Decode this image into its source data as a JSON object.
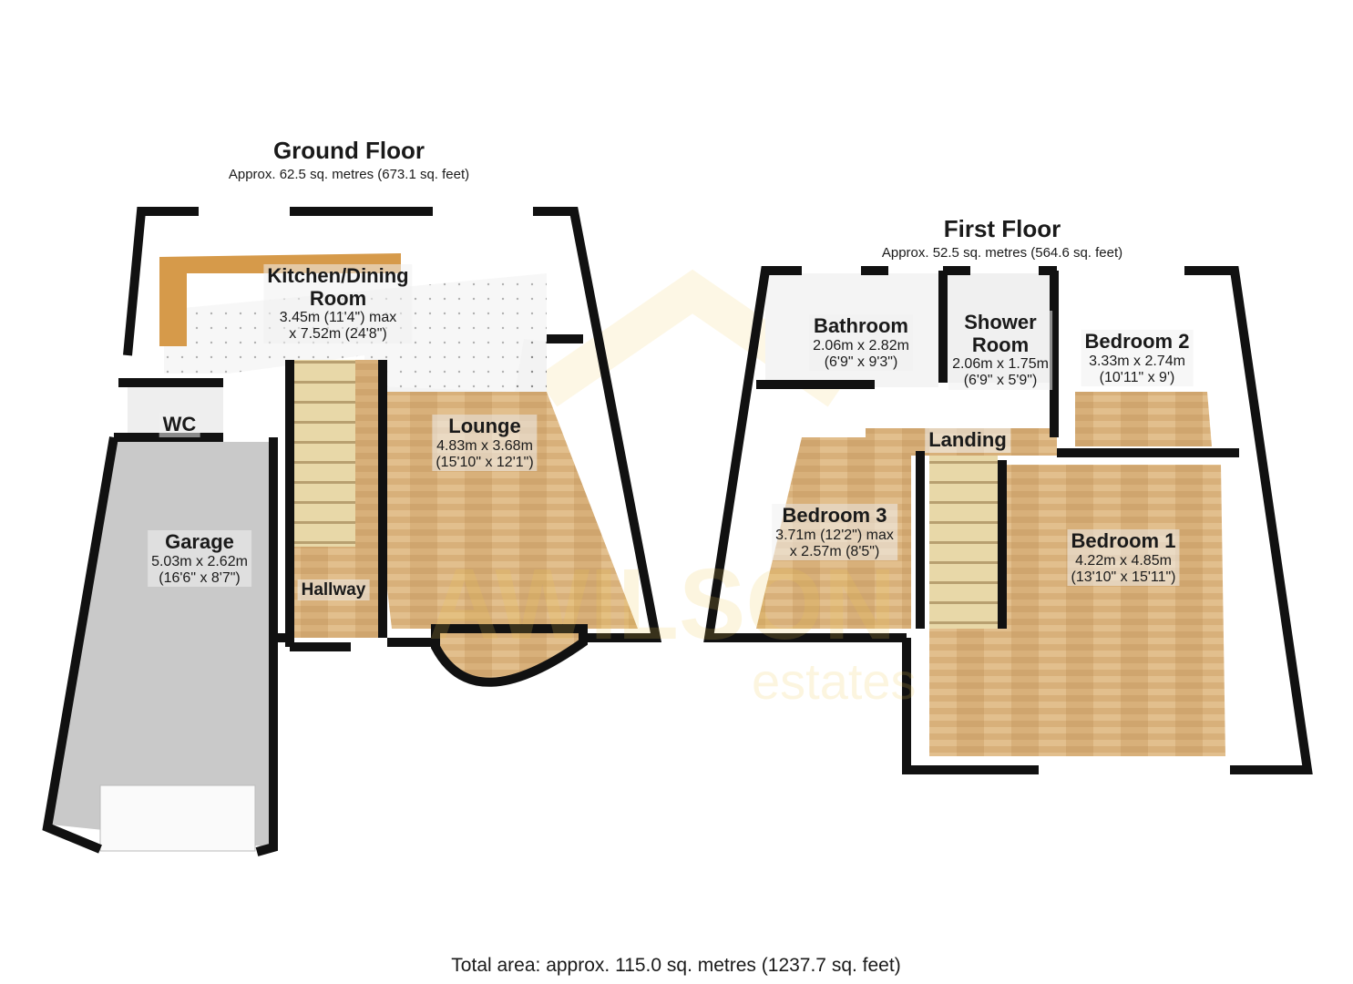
{
  "ground_floor": {
    "title": "Ground Floor",
    "area": "Approx. 62.5 sq. metres (673.1 sq. feet)",
    "rooms": [
      {
        "name": "Kitchen/Dining",
        "name2": "Room",
        "dim1": "3.45m (11'4\") max",
        "dim2": "x 7.52m (24'8\")"
      },
      {
        "name": "Lounge",
        "dim1": "4.83m x 3.68m",
        "dim2": "(15'10\" x 12'1\")"
      },
      {
        "name": "WC"
      },
      {
        "name": "Garage",
        "dim1": "5.03m x 2.62m",
        "dim2": "(16'6\" x 8'7\")"
      },
      {
        "name": "Hallway"
      }
    ]
  },
  "first_floor": {
    "title": "First Floor",
    "area": "Approx. 52.5 sq. metres (564.6 sq. feet)",
    "rooms": [
      {
        "name": "Bathroom",
        "dim1": "2.06m x 2.82m",
        "dim2": "(6'9\" x 9'3\")"
      },
      {
        "name": "Shower",
        "name2": "Room",
        "dim1": "2.06m x 1.75m",
        "dim2": "(6'9\" x 5'9\")"
      },
      {
        "name": "Bedroom 2",
        "dim1": "3.33m x 2.74m",
        "dim2": "(10'11\" x 9')"
      },
      {
        "name": "Landing"
      },
      {
        "name": "Bedroom 3",
        "dim1": "3.71m (12'2\") max",
        "dim2": "x 2.57m (8'5\")"
      },
      {
        "name": "Bedroom 1",
        "dim1": "4.22m x 4.85m",
        "dim2": "(13'10\" x 15'11\")"
      }
    ]
  },
  "total_area": "Total area: approx. 115.0 sq. metres (1237.7 sq. feet)",
  "watermark": {
    "brand": "AWILSON",
    "sub": "estates"
  },
  "colors": {
    "wall": "#111111",
    "wood": "#d8b07a",
    "tile": "#f2f2f2",
    "garage": "#c9c9c9",
    "watermark": "#f0c850"
  }
}
